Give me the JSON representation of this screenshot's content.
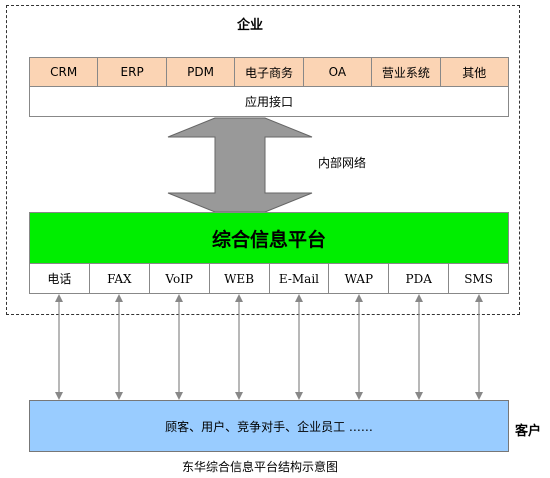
{
  "enterprise": {
    "title": "企业",
    "applications": [
      "CRM",
      "ERP",
      "PDM",
      "电子商务",
      "OA",
      "营业系统",
      "其他"
    ],
    "interface_label": "应用接口",
    "network_label": "内部网络"
  },
  "platform": {
    "title": "综合信息平台",
    "channels": [
      "电话",
      "FAX",
      "VoIP",
      "WEB",
      "E-Mail",
      "WAP",
      "PDA",
      "SMS"
    ]
  },
  "customers": {
    "label": "客户",
    "description": "顾客、用户、竞争对手、企业员工  ……"
  },
  "caption": "东华综合信息平台结构示意图",
  "colors": {
    "application_fill": "#fbd4b4",
    "platform_fill": "#00ee00",
    "customer_fill": "#99ccff",
    "big_arrow_fill": "#999999",
    "small_arrow": "#888888"
  }
}
